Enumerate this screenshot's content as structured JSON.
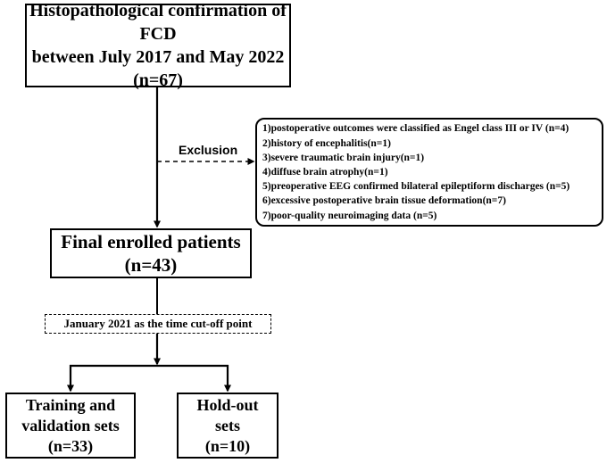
{
  "top_box": {
    "line1": "Histopathological confirmation of FCD",
    "line2": "between July 2017 and May 2022",
    "line3": "(n=67)"
  },
  "exclusion": {
    "label": "Exclusion",
    "items": [
      "1)postoperative outcomes were classified as Engel class III or IV (n=4)",
      "2)history of encephalitis(n=1)",
      "3)severe traumatic brain injury(n=1)",
      "4)diffuse brain atrophy(n=1)",
      "5)preoperative EEG confirmed bilateral epileptiform discharges (n=5)",
      "6)excessive postoperative brain tissue deformation(n=7)",
      "7)poor-quality neuroimaging data (n=5)"
    ]
  },
  "final_box": {
    "line1": "Final enrolled patients",
    "line2": "(n=43)"
  },
  "cutoff_box": {
    "text": "January 2021 as the time cut-off point"
  },
  "training_box": {
    "line1": "Training and",
    "line2": "validation sets",
    "line3": "(n=33)"
  },
  "holdout_box": {
    "line1": "Hold-out",
    "line2": "sets",
    "line3": "(n=10)"
  }
}
